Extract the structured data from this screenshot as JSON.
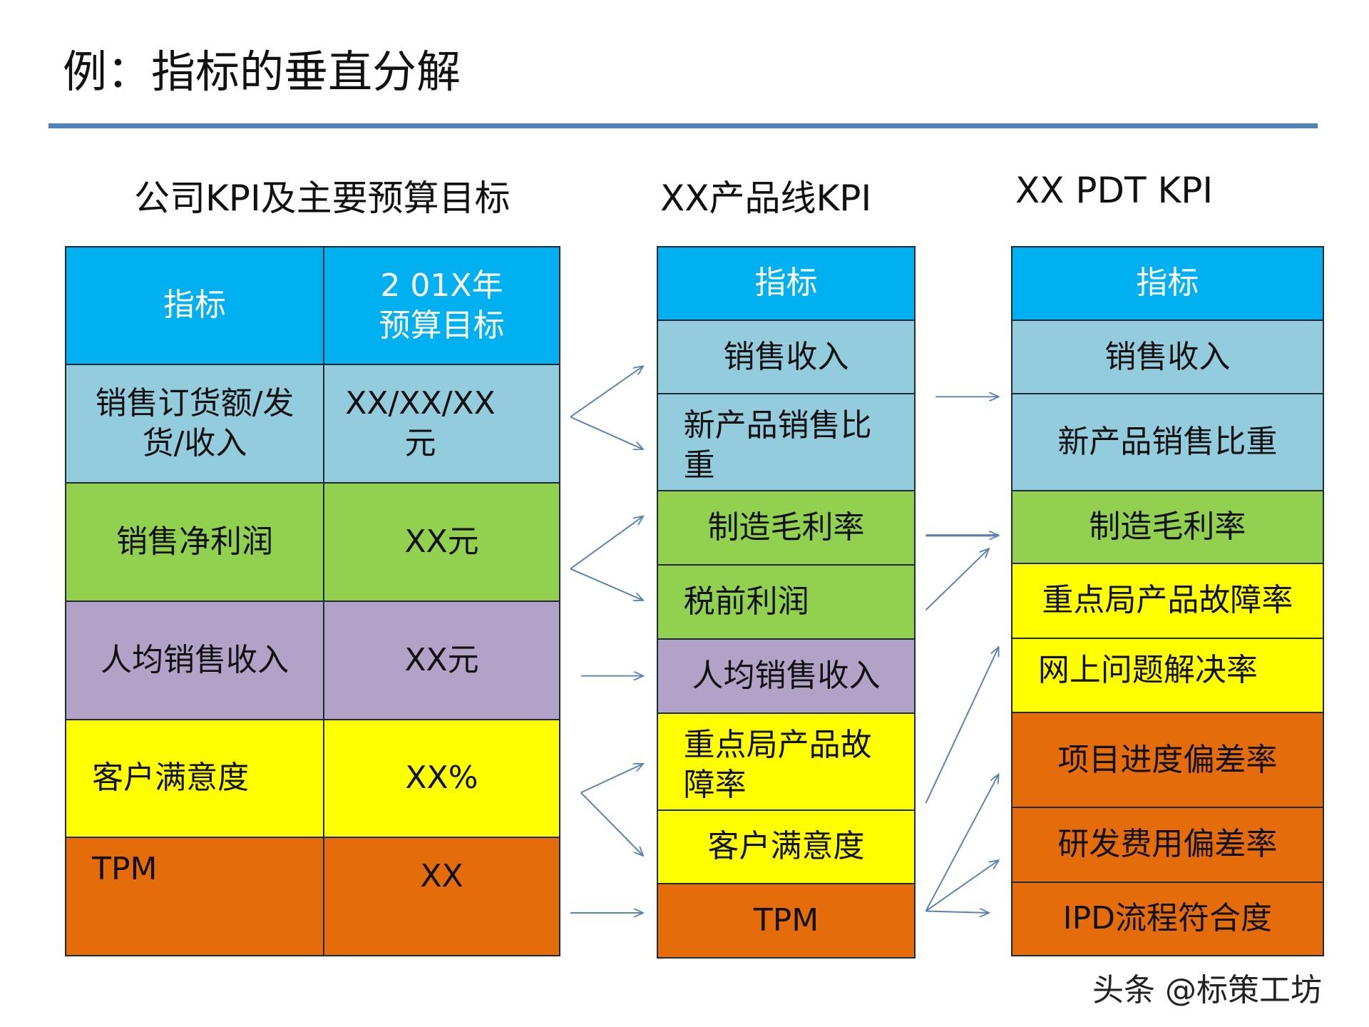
{
  "title": "例：指标的垂直分解",
  "colors": {
    "rule": "#4f81bd",
    "header": "#00b0f0",
    "sales": "#93cddd",
    "profit": "#92d050",
    "people": "#b3a2c7",
    "quality": "#ffff00",
    "tpm": "#e46c0a",
    "arrow": "#5b82b0"
  },
  "tables": [
    {
      "heading": "公司KPI及主要预算目标",
      "rows": [
        {
          "cells": [
            "指标",
            "2 01X年\n预算目标"
          ],
          "color": "header"
        },
        {
          "cells": [
            "销售订货额/发\n货/收入",
            "XX/XX/XX\n元"
          ],
          "color": "sales"
        },
        {
          "cells": [
            "销售净利润",
            "XX元"
          ],
          "color": "profit"
        },
        {
          "cells": [
            "人均销售收入",
            "XX元"
          ],
          "color": "people"
        },
        {
          "cells": [
            "客户满意度",
            "XX%"
          ],
          "color": "quality"
        },
        {
          "cells": [
            "TPM",
            "XX"
          ],
          "color": "tpm"
        }
      ]
    },
    {
      "heading": "XX产品线KPI",
      "rows": [
        {
          "cells": [
            "指标"
          ],
          "color": "header"
        },
        {
          "cells": [
            "销售收入"
          ],
          "color": "sales"
        },
        {
          "cells": [
            "新产品销售比\n重"
          ],
          "color": "sales"
        },
        {
          "cells": [
            "制造毛利率"
          ],
          "color": "profit"
        },
        {
          "cells": [
            "税前利润"
          ],
          "color": "profit"
        },
        {
          "cells": [
            "人均销售收入"
          ],
          "color": "people"
        },
        {
          "cells": [
            "重点局产品故\n障率"
          ],
          "color": "quality"
        },
        {
          "cells": [
            "客户满意度"
          ],
          "color": "quality"
        },
        {
          "cells": [
            "TPM"
          ],
          "color": "tpm"
        }
      ]
    },
    {
      "heading": "XX PDT KPI",
      "rows": [
        {
          "cells": [
            "指标"
          ],
          "color": "header"
        },
        {
          "cells": [
            "销售收入"
          ],
          "color": "sales"
        },
        {
          "cells": [
            "新产品销售比重"
          ],
          "color": "sales"
        },
        {
          "cells": [
            "制造毛利率"
          ],
          "color": "profit"
        },
        {
          "cells": [
            "重点局产品故障率"
          ],
          "color": "quality"
        },
        {
          "cells": [
            "网上问题解决率"
          ],
          "color": "quality"
        },
        {
          "cells": [
            "项目进度偏差率"
          ],
          "color": "tpm"
        },
        {
          "cells": [
            "研发费用偏差率"
          ],
          "color": "tpm"
        },
        {
          "cells": [
            "IPD流程符合度"
          ],
          "color": "tpm"
        }
      ]
    }
  ],
  "watermark": "头条 @标策工坊"
}
